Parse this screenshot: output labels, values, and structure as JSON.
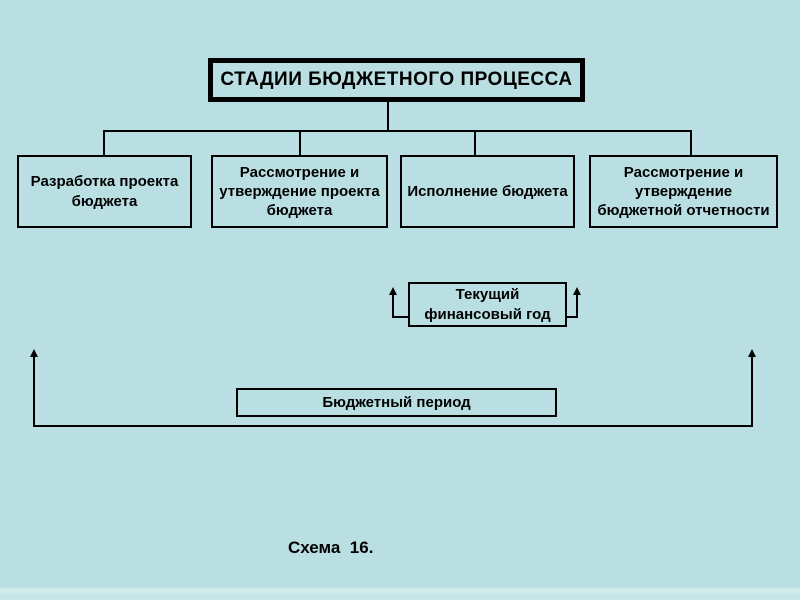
{
  "slide": {
    "background_color": "#b9dfe3",
    "line_color": "#000000",
    "text_color": "#000000"
  },
  "diagram": {
    "title": "СТАДИИ БЮДЖЕТНОГО ПРОЦЕССА",
    "stages": [
      {
        "label": "Разработка проекта бюджета"
      },
      {
        "label": "Рассмотрение и утверждение проекта бюджета"
      },
      {
        "label": "Исполнение бюджета"
      },
      {
        "label": "Рассмотрение и утверждение бюджетной отчетности"
      }
    ],
    "current_year": {
      "label": "Текущий финансовый год"
    },
    "budget_period": {
      "label": "Бюджетный период"
    },
    "caption": "Схема  16.",
    "icons": {
      "up_arrow": "▲"
    }
  }
}
